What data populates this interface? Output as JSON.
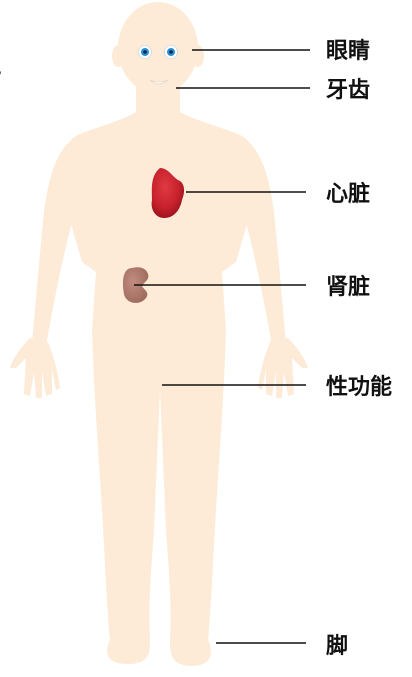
{
  "colors": {
    "skin": "#fdebd8",
    "heart": "#c6212c",
    "heart_dark": "#8e1119",
    "kidney": "#b27c6f",
    "iris": "#2a8fd6",
    "line": "#111111"
  },
  "labels": {
    "eyes": "眼睛",
    "teeth": "牙齿",
    "heart": "心脏",
    "kidney": "肾脏",
    "sexual_function": "性功能",
    "feet": "脚"
  },
  "stray_mark": "。"
}
